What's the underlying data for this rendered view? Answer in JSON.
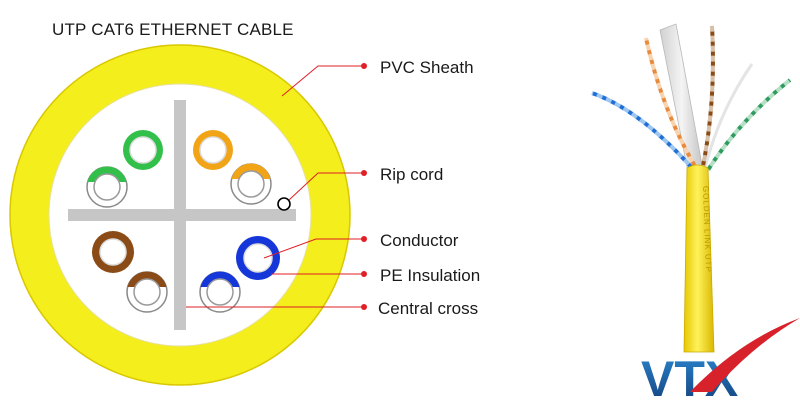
{
  "title": "UTP CAT6 ETHERNET CABLE",
  "labels": {
    "pvc_sheath": "PVC Sheath",
    "rip_cord": "Rip cord",
    "conductor": "Conductor",
    "pe_insulation": "PE Insulation",
    "central_cross": "Central cross"
  },
  "cable_print": "GOLDEN LINK UTP",
  "logo": "VTX",
  "colors": {
    "sheath": "#f3ee1c",
    "sheath_outline": "#d9c800",
    "cross": "#c6c6c6",
    "green": "#33c04a",
    "orange": "#f2a417",
    "brown": "#8a4b16",
    "blue": "#1536d9",
    "leader": "#e01f26",
    "logo_blue": "#1c62a8",
    "logo_red": "#d8222b"
  }
}
